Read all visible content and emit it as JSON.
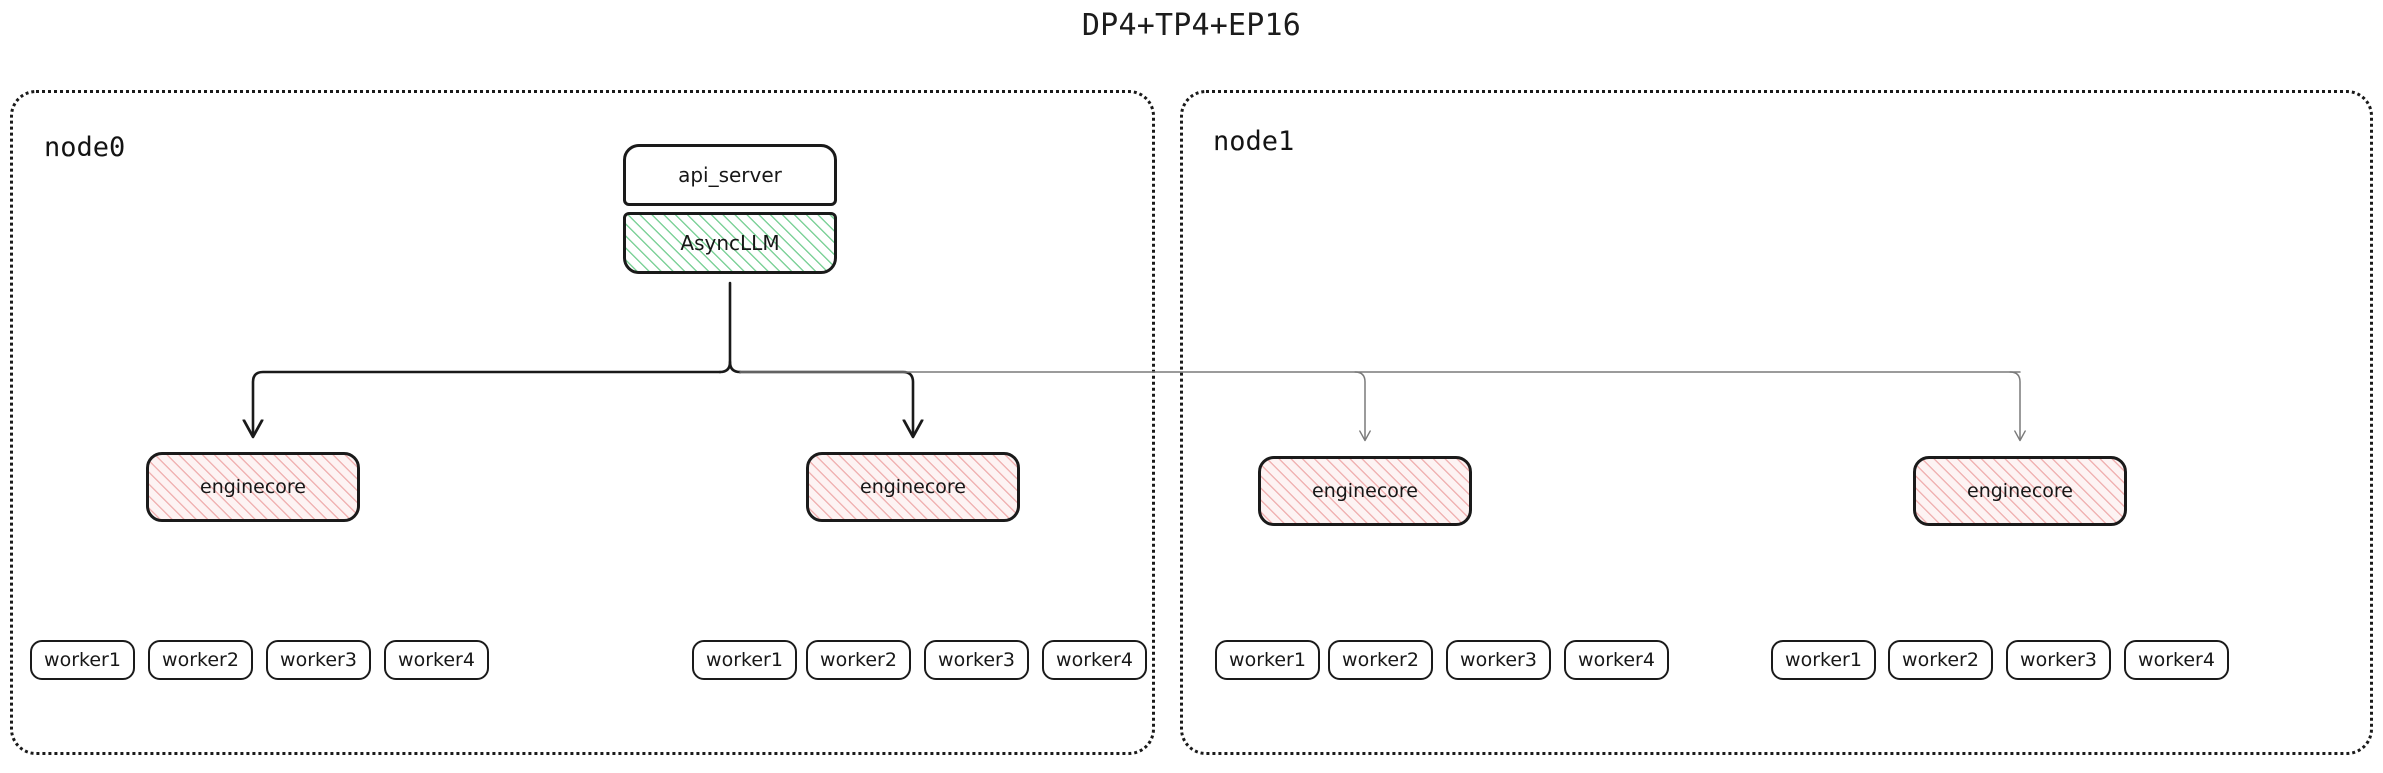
{
  "title": "DP4+TP4+EP16",
  "colors": {
    "stroke_dark": "#1a1a1a",
    "stroke_light": "#7a7a7a",
    "hatch_green": "#7fd29a",
    "hatch_red": "#f0b3b3",
    "enginecore_fill": "#fdf3f3",
    "background": "#ffffff"
  },
  "nodes": [
    {
      "id": "node0",
      "label": "node0",
      "top_boxes": [
        {
          "id": "api_server",
          "label": "api_server",
          "style": "plain"
        },
        {
          "id": "async_llm",
          "label": "AsyncLLM",
          "style": "hatch-green"
        }
      ],
      "enginecores": [
        {
          "label": "enginecore",
          "style": "hatch-red",
          "workers": [
            "worker1",
            "worker2",
            "worker3",
            "worker4"
          ]
        },
        {
          "label": "enginecore",
          "style": "hatch-red",
          "workers": [
            "worker1",
            "worker2",
            "worker3",
            "worker4"
          ]
        }
      ]
    },
    {
      "id": "node1",
      "label": "node1",
      "top_boxes": [],
      "enginecores": [
        {
          "label": "enginecore",
          "style": "hatch-red",
          "workers": [
            "worker1",
            "worker2",
            "worker3",
            "worker4"
          ]
        },
        {
          "label": "enginecore",
          "style": "hatch-red",
          "workers": [
            "worker1",
            "worker2",
            "worker3",
            "worker4"
          ]
        }
      ]
    }
  ],
  "connections": {
    "local_arrow_color": "#1a1a1a",
    "remote_arrow_color": "#7a7a7a",
    "description": "AsyncLLM fans out to four enginecore processes across node0 and node1"
  }
}
